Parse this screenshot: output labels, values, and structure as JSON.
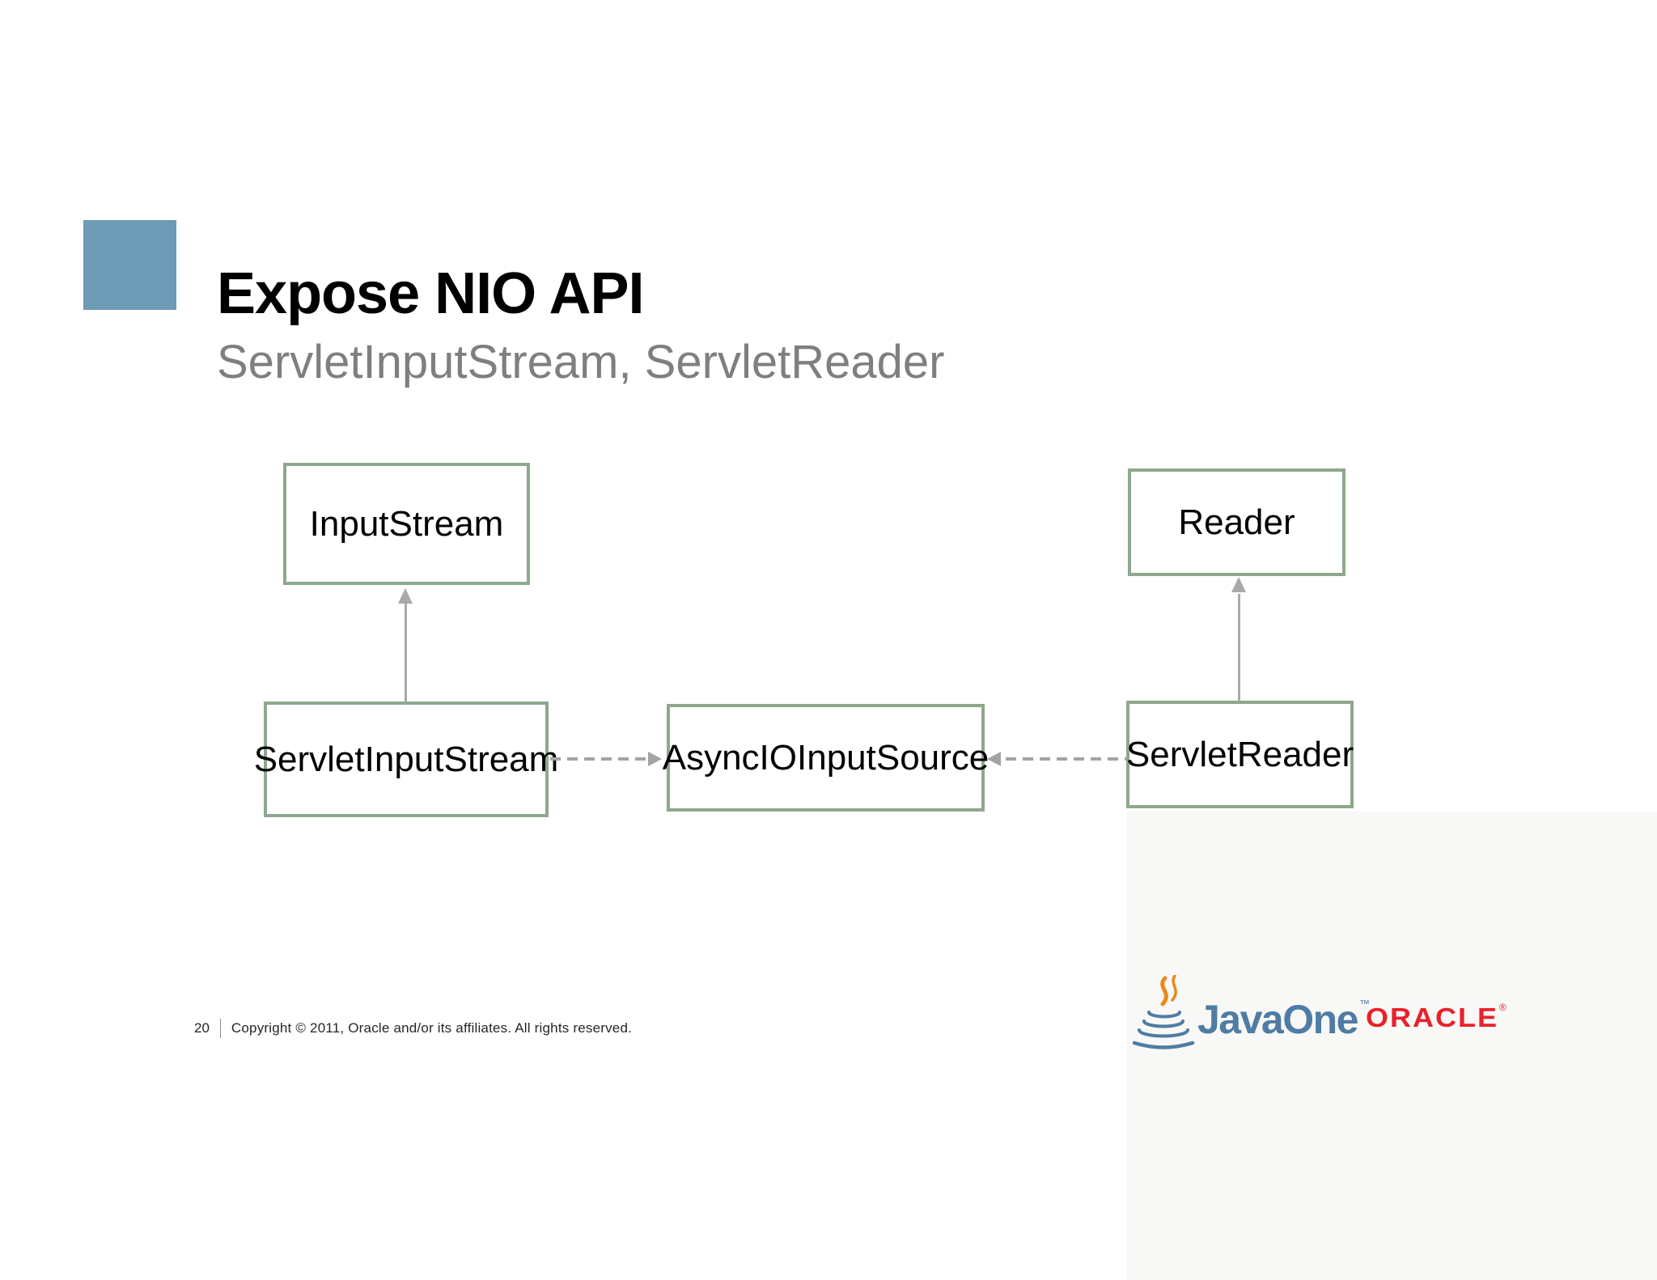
{
  "slide": {
    "title": "Expose NIO API",
    "subtitle": "ServletInputStream, ServletReader"
  },
  "diagram": {
    "boxes": [
      {
        "label": "InputStream"
      },
      {
        "label": "Reader"
      },
      {
        "label": "ServletInputStream"
      },
      {
        "label": "AsyncIOInputSource"
      },
      {
        "label": "ServletReader"
      }
    ],
    "edges": [
      {
        "from": "ServletInputStream",
        "to": "InputStream",
        "style": "solid",
        "direction": "up"
      },
      {
        "from": "ServletReader",
        "to": "Reader",
        "style": "solid",
        "direction": "up"
      },
      {
        "from": "ServletInputStream",
        "to": "AsyncIOInputSource",
        "style": "dashed",
        "direction": "right"
      },
      {
        "from": "ServletReader",
        "to": "AsyncIOInputSource",
        "style": "dashed",
        "direction": "left"
      }
    ],
    "colors": {
      "box_border": "#8EA78E",
      "arrow": "#A9A9A9",
      "accent_square": "#6D9AB5",
      "subtitle_text": "#7F7F7F"
    }
  },
  "footer": {
    "page_number": "20",
    "copyright": "Copyright © 2011, Oracle and/or its affiliates. All rights reserved.",
    "javaone": {
      "wordmark": "JavaOne",
      "trademark": "™"
    },
    "oracle": {
      "wordmark": "ORACLE",
      "registered": "®"
    }
  }
}
